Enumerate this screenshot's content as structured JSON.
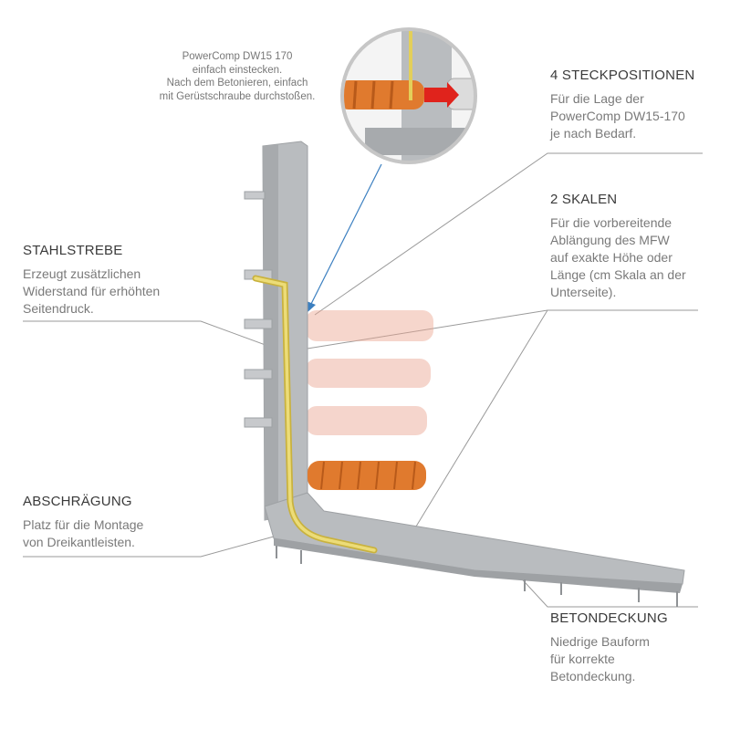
{
  "top_note": {
    "text": "PowerComp DW15 170\neinfach einstecken.\nNach dem Betonieren, einfach\nmit Gerüstschraube durchstoßen."
  },
  "callouts": [
    {
      "title": "4 STECKPOSITIONEN",
      "text": "Für die Lage der\nPowerComp DW15-170\nje nach Bedarf."
    },
    {
      "title": "2 SKALEN",
      "text": "Für die vorbereitende\nAblängung des MFW\nauf exakte Höhe oder\nLänge (cm Skala an der\nUnterseite)."
    },
    {
      "title": "STAHLSTREBE",
      "text": "Erzeugt zusätzlichen\nWiderstand für erhöhten\nSeitendruck."
    },
    {
      "title": "ABSCHRÄGUNG",
      "text": "Platz für die Montage\nvon Dreikantleisten."
    },
    {
      "title": "BETONDECKUNG",
      "text": "Niedrige Bauform\nfür korrekte\nBetondeckung."
    }
  ],
  "colors": {
    "plastic": "#b9bcbf",
    "steel_rod": "#e3cf5a",
    "bar": "#e07a2e",
    "arrow": "#e0231c",
    "leader": "#9a9a9a",
    "pointer": "#3b7fc0"
  }
}
